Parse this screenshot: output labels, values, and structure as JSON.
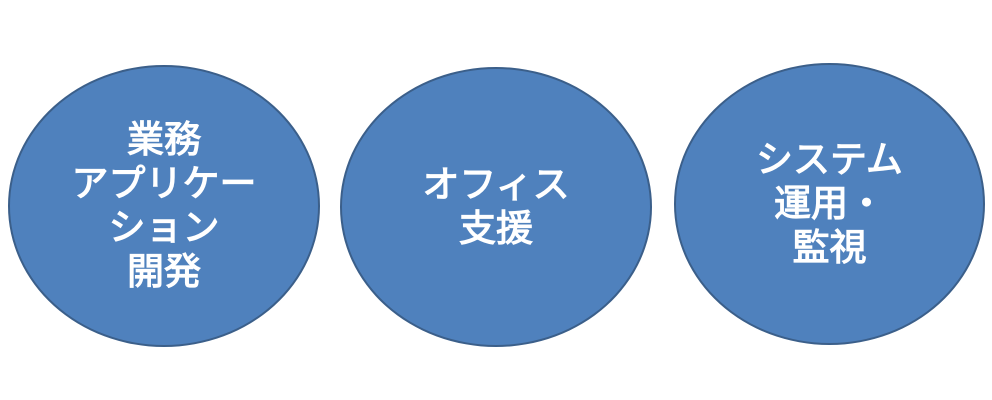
{
  "colors": {
    "circle_fill": "#4f81bd",
    "circle_border": "#3b5f8a",
    "text": "#ffffff",
    "background": "#ffffff"
  },
  "circles": [
    {
      "lines": [
        "業務",
        "アプリケー",
        "ション",
        "開発"
      ]
    },
    {
      "lines": [
        "オフィス",
        "支援"
      ]
    },
    {
      "lines": [
        "システム",
        "運用・",
        "監視"
      ]
    }
  ]
}
